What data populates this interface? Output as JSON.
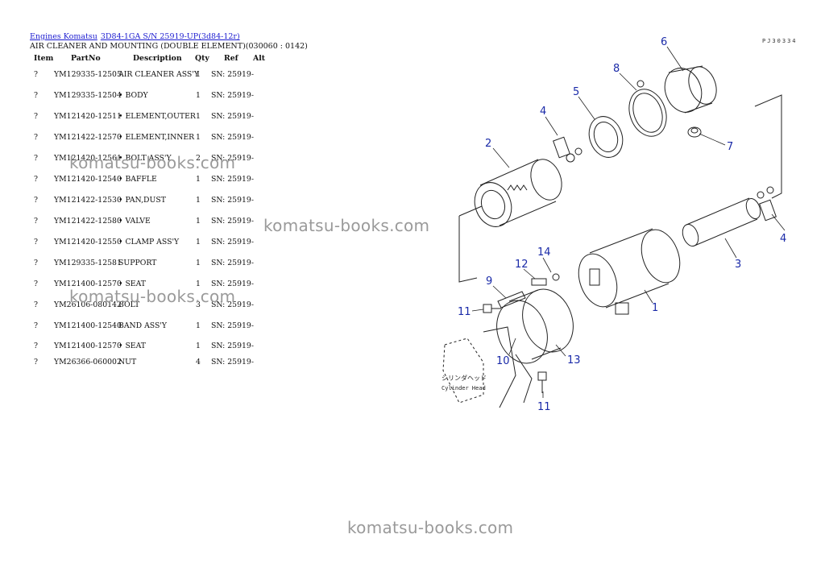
{
  "breadcrumb": {
    "engines": "Engines Komatsu",
    "model": "3D84-1GA S/N 25919-UP(3d84-12r)"
  },
  "subtitle": "AIR CLEANER AND MOUNTING (DOUBLE ELEMENT)(030060 : 0142)",
  "figure_code": "PJ30334",
  "table": {
    "headers": {
      "item": "Item",
      "partno": "PartNo",
      "description": "Description",
      "qty": "Qty",
      "ref": "Ref",
      "alt": "Alt"
    },
    "rows": [
      {
        "item": "?",
        "partno": "YM129335-12505",
        "description": "AIR CLEANER ASS'Y",
        "qty": "1",
        "ref": "SN: 25919-"
      },
      {
        "item": "?",
        "partno": "YM129335-12504",
        "description": "• BODY",
        "qty": "1",
        "ref": "SN: 25919-"
      },
      {
        "item": "?",
        "partno": "YM121420-12511",
        "description": "• ELEMENT,OUTER",
        "qty": "1",
        "ref": "SN: 25919-"
      },
      {
        "item": "?",
        "partno": "YM121422-12570",
        "description": "• ELEMENT,INNER",
        "qty": "1",
        "ref": "SN: 25919-"
      },
      {
        "item": "?",
        "partno": "YM121420-12561",
        "description": "• BOLT ASS'Y",
        "qty": "2",
        "ref": "SN: 25919-"
      },
      {
        "item": "?",
        "partno": "YM121420-12540",
        "description": "• BAFFLE",
        "qty": "1",
        "ref": "SN: 25919-"
      },
      {
        "item": "?",
        "partno": "YM121422-12530",
        "description": "• PAN,DUST",
        "qty": "1",
        "ref": "SN: 25919-"
      },
      {
        "item": "?",
        "partno": "YM121422-12580",
        "description": "• VALVE",
        "qty": "1",
        "ref": "SN: 25919-"
      },
      {
        "item": "?",
        "partno": "YM121420-12550",
        "description": "• CLAMP ASS'Y",
        "qty": "1",
        "ref": "SN: 25919-"
      },
      {
        "item": "?",
        "partno": "YM129335-12581",
        "description": "SUPPORT",
        "qty": "1",
        "ref": "SN: 25919-"
      },
      {
        "item": "?",
        "partno": "YM121400-12570",
        "description": "• SEAT",
        "qty": "1",
        "ref": "SN: 25919-"
      },
      {
        "item": "?",
        "partno": "YM26106-080142",
        "description": "BOLT",
        "qty": "3",
        "ref": "SN: 25919-"
      },
      {
        "item": "?",
        "partno": "YM121400-12540",
        "description": "BAND ASS'Y",
        "qty": "1",
        "ref": "SN: 25919-"
      },
      {
        "item": "?",
        "partno": "YM121400-12570",
        "description": "• SEAT",
        "qty": "1",
        "ref": "SN: 25919-"
      },
      {
        "item": "?",
        "partno": "YM26366-060002",
        "description": "NUT",
        "qty": "4",
        "ref": "SN: 25919-"
      }
    ]
  },
  "watermarks": [
    "komatsu-books.com",
    "komatsu-books.com",
    "komatsu-books.com"
  ],
  "diagram": {
    "callouts": [
      "6",
      "8",
      "5",
      "4",
      "7",
      "2",
      "4",
      "3",
      "14",
      "12",
      "9",
      "1",
      "11",
      "10",
      "13",
      "11"
    ],
    "japanese_label": "シリンダヘッド",
    "english_label": "Cylinder Head"
  }
}
